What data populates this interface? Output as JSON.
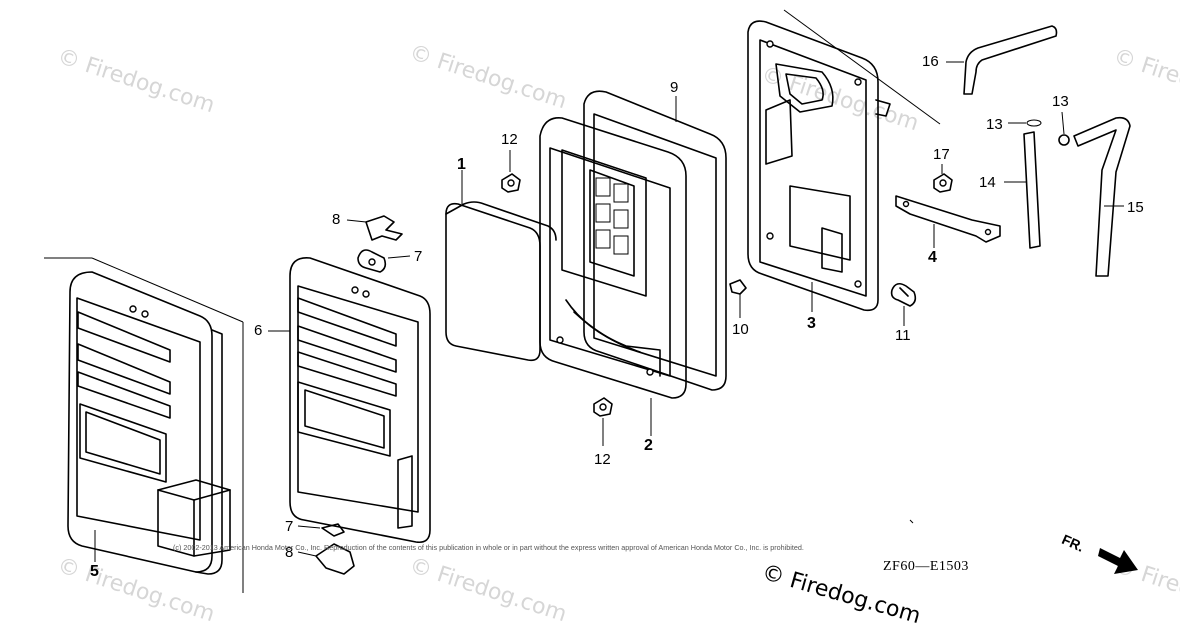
{
  "watermark_text": "© Firedog.com",
  "watermark_bottom": "© Firedog.com",
  "copyright": "(c) 2002-2013 American Honda Motor Co., Inc. Reproduction of the contents of this publication in whole or in part without the express written approval of American Honda Motor Co., Inc. is prohibited.",
  "diagram_code": "ZF60—E1503",
  "front_marker": "FR.",
  "callouts": {
    "p1": "1",
    "p2": "2",
    "p3": "3",
    "p4": "4",
    "p5": "5",
    "p6": "6",
    "p7a": "7",
    "p7b": "7",
    "p8a": "8",
    "p8b": "8",
    "p9": "9",
    "p10": "10",
    "p11": "11",
    "p12a": "12",
    "p12b": "12",
    "p13a": "13",
    "p13b": "13",
    "p14": "14",
    "p15": "15",
    "p16": "16",
    "p17": "17"
  }
}
